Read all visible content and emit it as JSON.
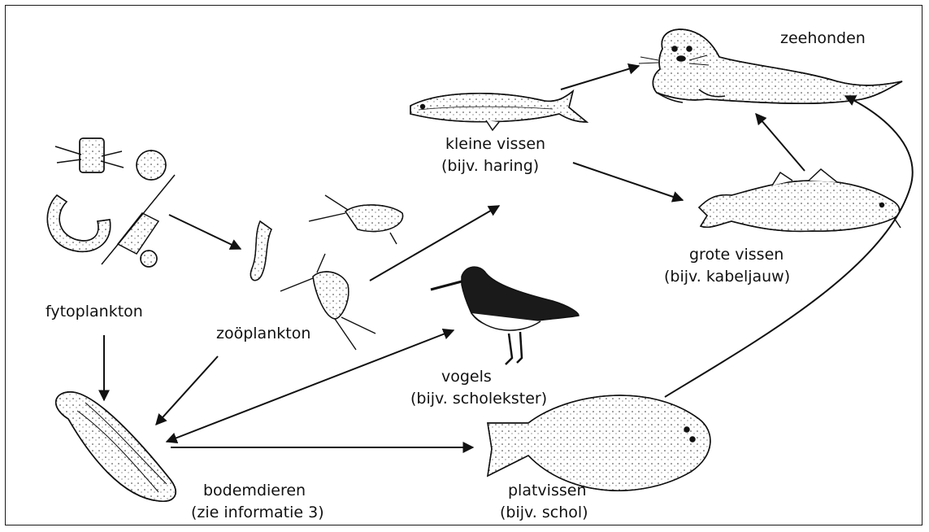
{
  "diagram": {
    "labels": {
      "zeehonden": "zeehonden",
      "kleine_vissen_1": "kleine vissen",
      "kleine_vissen_2": "(bijv. haring)",
      "grote_vissen_1": "grote vissen",
      "grote_vissen_2": "(bijv. kabeljauw)",
      "fytoplankton": "fytoplankton",
      "zooplankton": "zoöplankton",
      "vogels_1": "vogels",
      "vogels_2": "(bijv. scholekster)",
      "bodemdieren_1": "bodemdieren",
      "bodemdieren_2": "(zie informatie 3)",
      "platvissen_1": "platvissen",
      "platvissen_2": "(bijv. schol)"
    },
    "colors": {
      "ink": "#111111",
      "paper": "#ffffff"
    }
  }
}
